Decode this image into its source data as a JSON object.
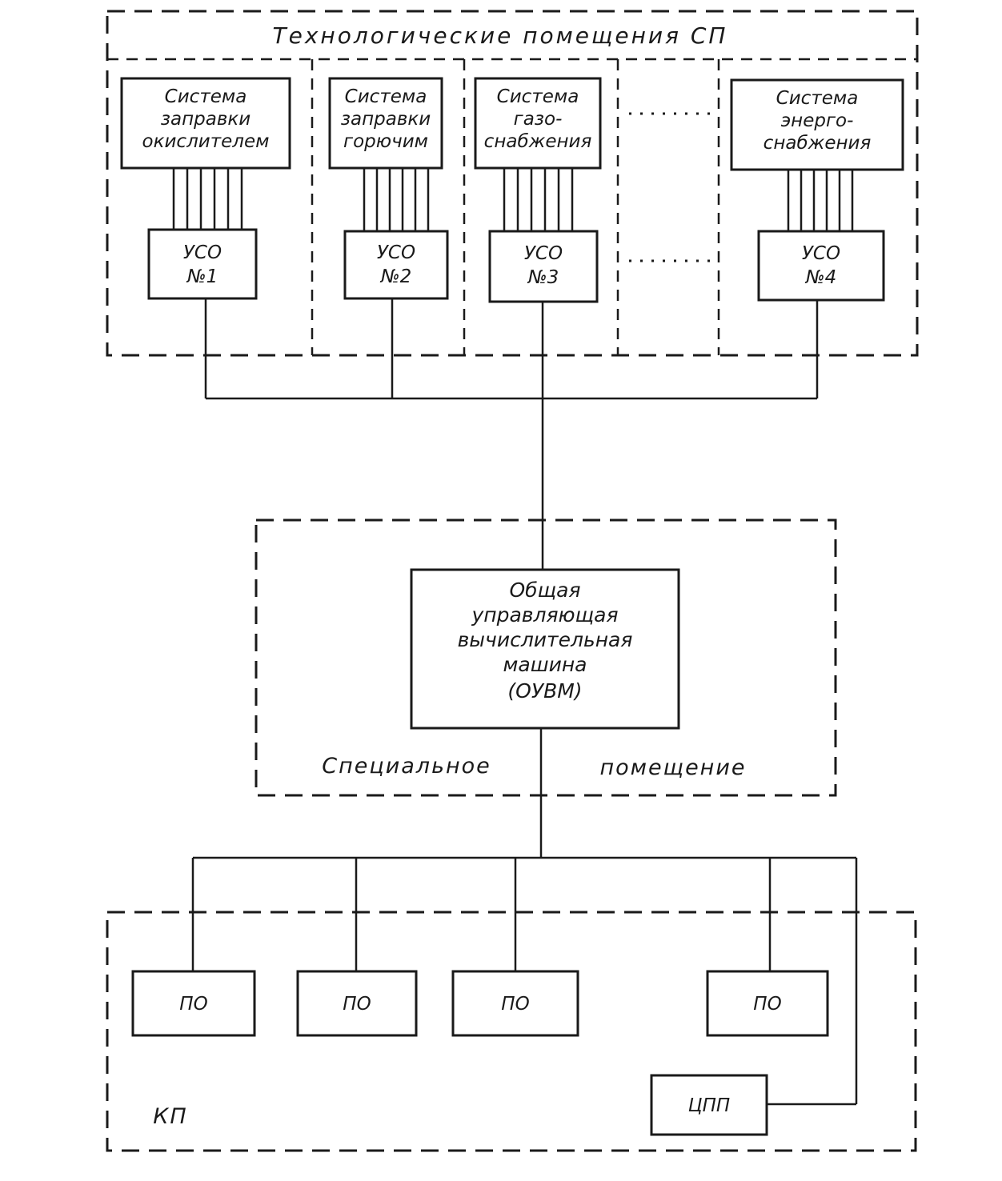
{
  "zones": {
    "top_title": "Технологические помещения СП",
    "middle_left": "Специальное",
    "middle_right": "помещение",
    "bottom": "КП"
  },
  "systems": [
    {
      "lines": [
        "Система",
        "заправки",
        "окислителем"
      ]
    },
    {
      "lines": [
        "Система",
        "заправки",
        "горючим"
      ]
    },
    {
      "lines": [
        "Система",
        "газо-",
        "снабжения"
      ]
    },
    {
      "lines": [
        "Система",
        "энерго-",
        "снабжения"
      ]
    }
  ],
  "uso": [
    {
      "lines": [
        "УСО",
        "№1"
      ]
    },
    {
      "lines": [
        "УСО",
        "№2"
      ]
    },
    {
      "lines": [
        "УСО",
        "№3"
      ]
    },
    {
      "lines": [
        "УСО",
        "№4"
      ]
    }
  ],
  "ouvm": {
    "lines": [
      "Общая",
      "управляющая",
      "вычислительная",
      "машина",
      "(ОУВМ)"
    ]
  },
  "po": [
    "ПО",
    "ПО",
    "ПО",
    "ПО"
  ],
  "cpp": "ЦПП"
}
